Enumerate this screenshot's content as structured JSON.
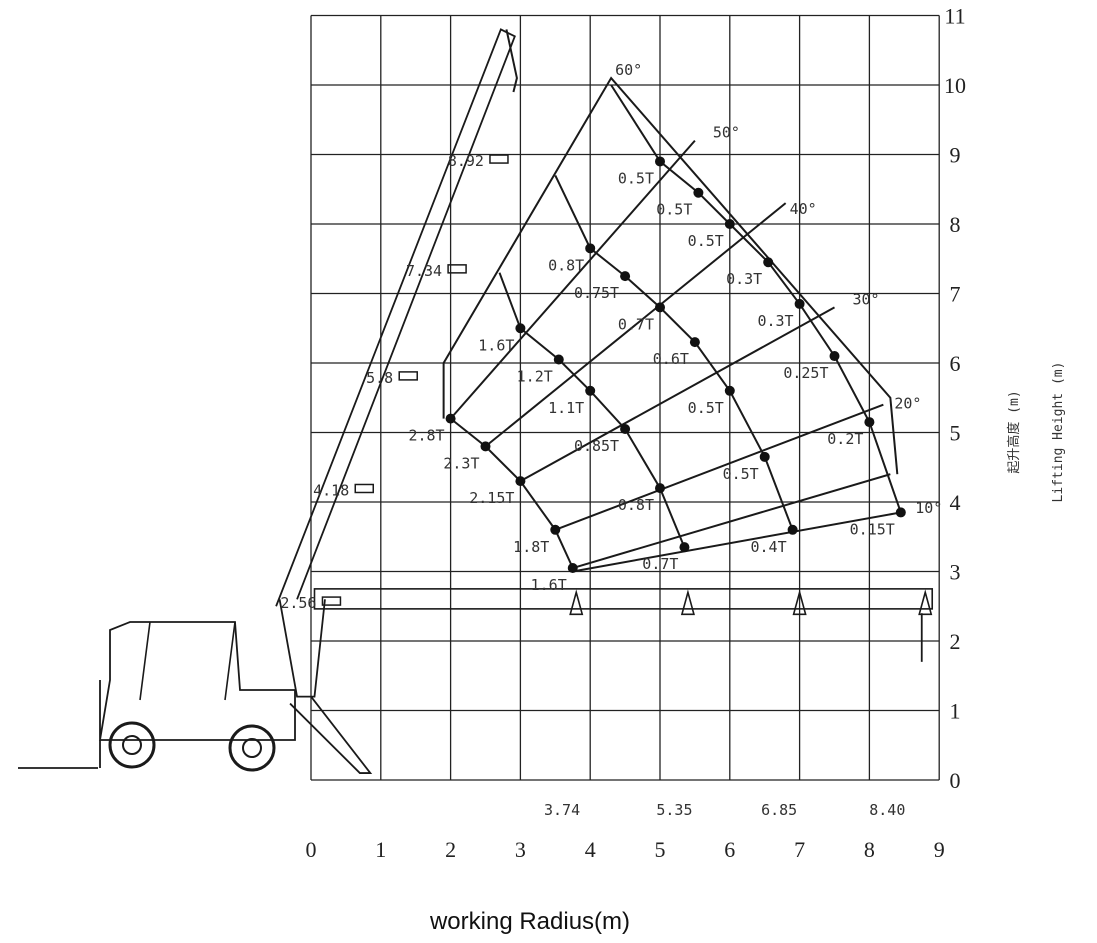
{
  "x_axis": {
    "title": "working Radius(m)",
    "ticks": [
      "0",
      "1",
      "2",
      "3",
      "4",
      "5",
      "6",
      "7",
      "8",
      "9"
    ],
    "reach_marks": [
      {
        "x": 3.74,
        "label": "3.74"
      },
      {
        "x": 5.35,
        "label": "5.35"
      },
      {
        "x": 6.85,
        "label": "6.85"
      },
      {
        "x": 8.4,
        "label": "8.40"
      }
    ]
  },
  "y_axis": {
    "title_en": "Lifting Height (m)",
    "title_cn": "起升高度 (m)",
    "ticks": [
      "0",
      "1",
      "2",
      "3",
      "4",
      "5",
      "6",
      "7",
      "8",
      "9",
      "10",
      "11"
    ]
  },
  "boom_heights": [
    {
      "y": 8.92,
      "label": "8.92"
    },
    {
      "y": 7.34,
      "label": "7.34"
    },
    {
      "y": 5.8,
      "label": "5.8"
    },
    {
      "y": 4.18,
      "label": "4.18"
    },
    {
      "y": 2.56,
      "label": "2.56"
    }
  ],
  "angles": [
    {
      "deg": 60,
      "label": "60°"
    },
    {
      "deg": 50,
      "label": "50°"
    },
    {
      "deg": 40,
      "label": "40°"
    },
    {
      "deg": 30,
      "label": "30°"
    },
    {
      "deg": 20,
      "label": "20°"
    },
    {
      "deg": 10,
      "label": "10°"
    }
  ],
  "load_points": [
    {
      "x": 2.0,
      "y": 5.2,
      "label": "2.8T"
    },
    {
      "x": 2.5,
      "y": 4.8,
      "label": "2.3T"
    },
    {
      "x": 3.0,
      "y": 4.3,
      "label": "2.15T"
    },
    {
      "x": 3.5,
      "y": 3.6,
      "label": "1.8T"
    },
    {
      "x": 3.75,
      "y": 3.05,
      "label": "1.6T"
    },
    {
      "x": 3.0,
      "y": 6.5,
      "label": "1.6T"
    },
    {
      "x": 3.55,
      "y": 6.05,
      "label": "1.2T"
    },
    {
      "x": 4.0,
      "y": 5.6,
      "label": "1.1T"
    },
    {
      "x": 4.5,
      "y": 5.05,
      "label": "0.85T"
    },
    {
      "x": 5.0,
      "y": 4.2,
      "label": "0.8T"
    },
    {
      "x": 5.35,
      "y": 3.35,
      "label": "0.7T"
    },
    {
      "x": 4.0,
      "y": 7.65,
      "label": "0.8T"
    },
    {
      "x": 4.5,
      "y": 7.25,
      "label": "0.75T"
    },
    {
      "x": 5.0,
      "y": 6.8,
      "label": "0.7T"
    },
    {
      "x": 5.5,
      "y": 6.3,
      "label": "0.6T"
    },
    {
      "x": 6.0,
      "y": 5.6,
      "label": "0.5T"
    },
    {
      "x": 6.5,
      "y": 4.65,
      "label": "0.5T"
    },
    {
      "x": 6.9,
      "y": 3.6,
      "label": "0.4T"
    },
    {
      "x": 5.0,
      "y": 8.9,
      "label": "0.5T"
    },
    {
      "x": 5.55,
      "y": 8.45,
      "label": "0.5T"
    },
    {
      "x": 6.0,
      "y": 8.0,
      "label": "0.5T"
    },
    {
      "x": 6.55,
      "y": 7.45,
      "label": "0.3T"
    },
    {
      "x": 7.0,
      "y": 6.85,
      "label": "0.3T"
    },
    {
      "x": 7.5,
      "y": 6.1,
      "label": "0.25T"
    },
    {
      "x": 8.0,
      "y": 5.15,
      "label": "0.2T"
    },
    {
      "x": 8.45,
      "y": 3.85,
      "label": "0.15T"
    }
  ],
  "colors": {
    "line": "#1a1a1a",
    "grid": "#222222",
    "text": "#333333"
  }
}
